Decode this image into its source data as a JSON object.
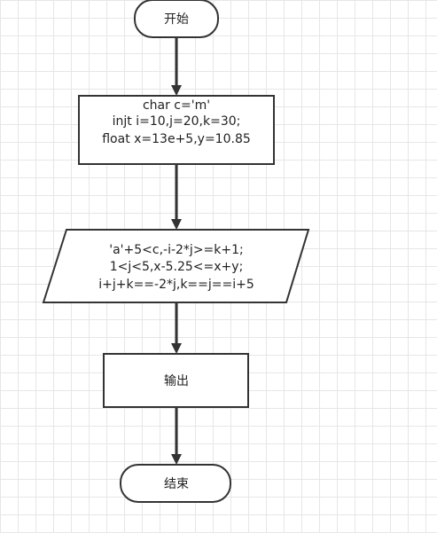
{
  "diagram": {
    "start": {
      "label": "开始"
    },
    "init": {
      "lines": [
        "char c='m'",
        "injt i=10,j=20,k=30;",
        "float x=13e+5,y=10.85"
      ]
    },
    "expr": {
      "lines": [
        "'a'+5<c,-i-2*j>=k+1;",
        "1<j<5,x-5.25<=x+y;",
        "i+j+k==-2*j,k==j==i+5"
      ]
    },
    "output": {
      "label": "输出"
    },
    "end": {
      "label": "结束"
    }
  }
}
